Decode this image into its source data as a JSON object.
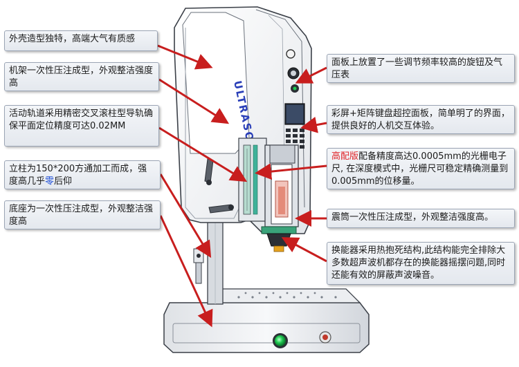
{
  "colors": {
    "arrow": "#c81e1e",
    "callout_border": "#9aa4b4",
    "machine_outline": "#3a3f47",
    "machine_body": "#f2f3f5",
    "brand_text": "#2a3fb8",
    "accent_green": "#1ec850",
    "highlight_red": "#e0262a",
    "highlight_blue": "#1f4fd8"
  },
  "machine": {
    "brand": "ULTRASO"
  },
  "callouts": {
    "shell": "外壳造型独特，高端大气有质感",
    "frame": "机架一次性压注成型，外观整洁强度高",
    "rail": "活动轨道采用精密交叉滚柱型导轨确保平面定位精度可达0.02MM",
    "column_pre": "立柱为150*200方通加工而成，强度高几乎",
    "column_hl": "零",
    "column_post": "后仰",
    "base": "底座为一次性压注成型，外观整洁强度高",
    "panel_knobs": "面板上放置了一些调节频率较高的旋钮及气压表",
    "screen": "彩屏+矩阵键盘超控面板，简单明了的界面，提供良好的人机交互体验。",
    "grating_hl": "高配版",
    "grating_text": "配备精度高达0.0005mm的光栅电子尺, 在深度模式中，光栅尺可稳定精确测量到0.005mm的位移量。",
    "shock": "震筒一次性压注成型，外观整洁强度高。",
    "transducer": "换能器采用热抱死结构,此结构能完全排除大多数超声波机都存在的换能器摇摆问题,同时还能有效的屏蔽声波噪音。"
  }
}
